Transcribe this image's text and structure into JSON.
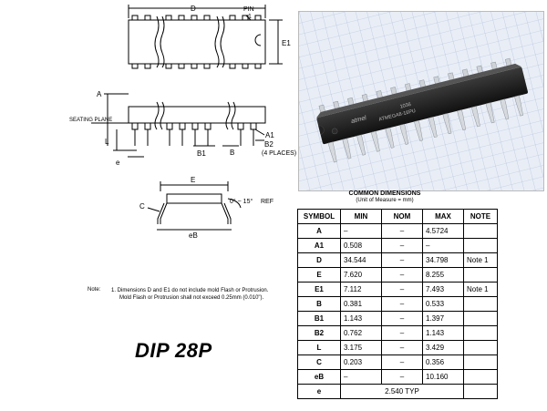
{
  "drawing": {
    "labels": {
      "D": "D",
      "pin": "PIN",
      "pin_num": "1",
      "E1": "E1",
      "A": "A",
      "seating": "SEATING PLANE",
      "L": "L",
      "A1": "A1",
      "B2": "B2",
      "places": "(4 PLACES)",
      "B1": "B1",
      "B": "B",
      "e": "e",
      "E": "E",
      "angle": "0° ~ 15°",
      "ref": "REF",
      "C": "C",
      "eB": "eB"
    }
  },
  "photo": {
    "chip_logo": "atmel",
    "chip_line1": "1036",
    "chip_line2": "ATMEGA8-16PU"
  },
  "table": {
    "title": "COMMON DIMENSIONS",
    "subtitle": "(Unit of Measure = mm)",
    "headers": [
      "SYMBOL",
      "MIN",
      "NOM",
      "MAX",
      "NOTE"
    ],
    "rows": [
      {
        "symbol": "A",
        "min": "–",
        "nom": "–",
        "max": "4.5724",
        "note": ""
      },
      {
        "symbol": "A1",
        "min": "0.508",
        "nom": "–",
        "max": "–",
        "note": ""
      },
      {
        "symbol": "D",
        "min": "34.544",
        "nom": "–",
        "max": "34.798",
        "note": "Note 1"
      },
      {
        "symbol": "E",
        "min": "7.620",
        "nom": "–",
        "max": "8.255",
        "note": ""
      },
      {
        "symbol": "E1",
        "min": "7.112",
        "nom": "–",
        "max": "7.493",
        "note": "Note 1"
      },
      {
        "symbol": "B",
        "min": "0.381",
        "nom": "–",
        "max": "0.533",
        "note": ""
      },
      {
        "symbol": "B1",
        "min": "1.143",
        "nom": "–",
        "max": "1.397",
        "note": ""
      },
      {
        "symbol": "B2",
        "min": "0.762",
        "nom": "–",
        "max": "1.143",
        "note": ""
      },
      {
        "symbol": "L",
        "min": "3.175",
        "nom": "–",
        "max": "3.429",
        "note": ""
      },
      {
        "symbol": "C",
        "min": "0.203",
        "nom": "–",
        "max": "0.356",
        "note": ""
      },
      {
        "symbol": "eB",
        "min": "–",
        "nom": "–",
        "max": "10.160",
        "note": ""
      }
    ],
    "last_row": {
      "symbol": "e",
      "value": "2.540 TYP"
    }
  },
  "note": {
    "head": "Note:",
    "line1": "1. Dimensions D and E1 do not include mold Flash or Protrusion.",
    "line2": "Mold Flash or Protrusion shall not exceed 0.25mm (0.010\")."
  },
  "package_title": "DIP 28P"
}
